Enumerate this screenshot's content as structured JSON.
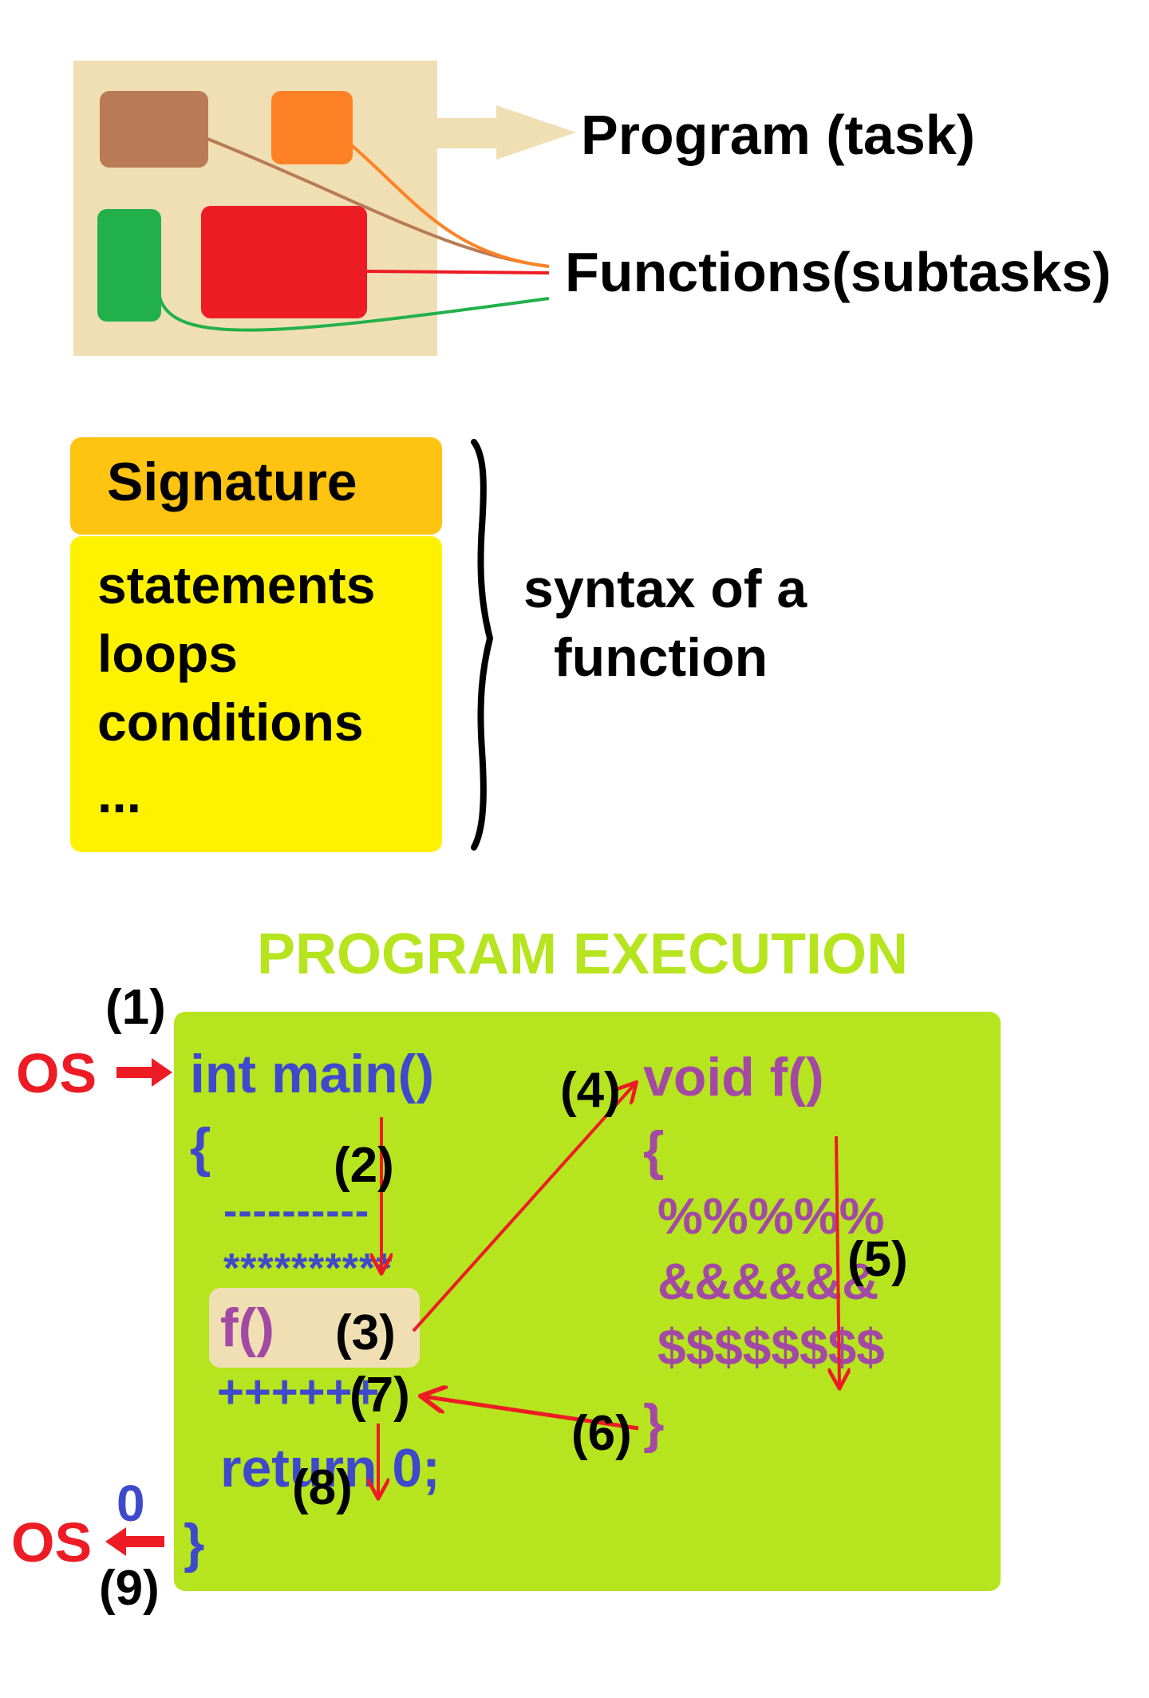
{
  "colors": {
    "panel_tan": "#efdfb3",
    "brown": "#b87b56",
    "orange": "#fe8225",
    "green": "#22b04b",
    "red": "#ed1b24",
    "signature_orange": "#fec411",
    "body_yellow": "#fef200",
    "exec_green": "#b6e41e",
    "exec_title": "#b6e41e",
    "code_blue": "#3f49cc",
    "code_purple": "#a349a4",
    "highlight_tan": "#efdfb3",
    "arrow_red": "#ed1b24"
  },
  "overview": {
    "program_label": "Program (task)",
    "functions_label": "Functions(subtasks)"
  },
  "syntax": {
    "signature_label": "Signature",
    "body_lines": [
      "statements",
      "loops",
      "conditions",
      "..."
    ],
    "caption_line1": "syntax of a",
    "caption_line2": "function"
  },
  "execution": {
    "title": "PROGRAM EXECUTION",
    "main_code": {
      "header": "int main()",
      "open_brace": "{",
      "dashes": "----------",
      "stars": "**********",
      "call": "f()",
      "pluses": "++++++",
      "return": "return 0;",
      "close_brace": "}"
    },
    "f_code": {
      "header": "void f()",
      "open_brace": "{",
      "line1": "%%%%%",
      "line2": "&&&&&&",
      "line3": "$$$$$$$$",
      "close_brace": "}"
    },
    "steps": [
      "(1)",
      "(2)",
      "(3)",
      "(4)",
      "(5)",
      "(6)",
      "(7)",
      "(8)",
      "(9)"
    ],
    "os_in": "OS",
    "os_out": "OS",
    "return_value": "0"
  }
}
